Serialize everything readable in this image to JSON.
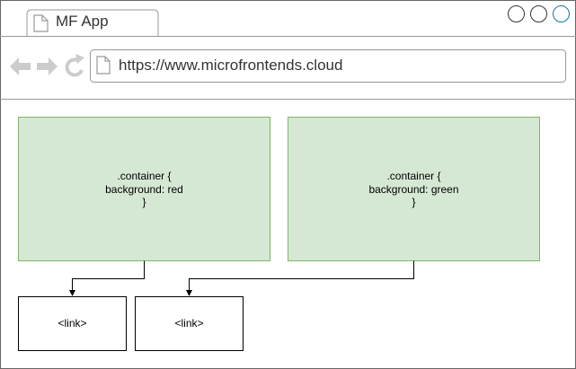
{
  "browser": {
    "tab_title": "MF App",
    "address": "https://www.microfrontends.cloud"
  },
  "containers": [
    {
      "line1": ".container {",
      "line2": "background: red",
      "line3": "}"
    },
    {
      "line1": ".container {",
      "line2": "background: green",
      "line3": "}"
    }
  ],
  "links": [
    {
      "label": "<link>"
    },
    {
      "label": "<link>"
    }
  ],
  "colors": {
    "container_fill": "#d5e8d4",
    "container_stroke": "#82b366",
    "window_button_active": "#10739e"
  }
}
